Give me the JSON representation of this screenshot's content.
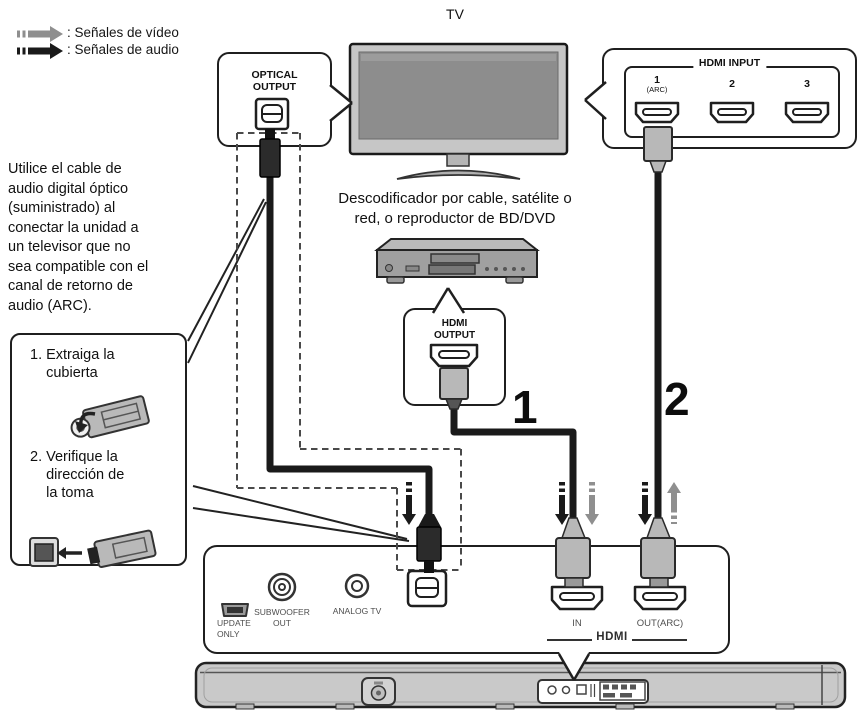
{
  "legend": {
    "video_label": ": Señales de vídeo",
    "audio_label": ": Señales de audio"
  },
  "tv": {
    "label": "TV"
  },
  "callouts": {
    "optical_output": {
      "label": "OPTICAL\nOUTPUT"
    },
    "hdmi_input": {
      "title": "HDMI INPUT",
      "port1_num": "1",
      "port1_sub": "(ARC)",
      "port2_num": "2",
      "port3_num": "3"
    },
    "hdmi_output": {
      "label": "HDMI\nOUTPUT"
    }
  },
  "note": {
    "text": "Utilice el cable de\naudio digital óptico\n(suministrado) al\nconectar la unidad a\nun televisor que no\nsea compatible con el\ncanal de retorno de\naudio (ARC)."
  },
  "steps": {
    "step1_num": "1.",
    "step1_text": "Extraiga la\ncubierta",
    "step2_num": "2.",
    "step2_text": "Verifique la\ndirección de\nla toma"
  },
  "source_device": {
    "caption": "Descodificador por cable, satélite o\nred, o reproductor de BD/DVD"
  },
  "connection_numbers": {
    "cable1": "1",
    "cable2": "2"
  },
  "rear_panel": {
    "update_only": "UPDATE\nONLY",
    "subwoofer_out": "SUBWOOFER\nOUT",
    "analog_tv": "ANALOG TV",
    "hdmi_in": "IN",
    "hdmi_out": "OUT(ARC)",
    "hdmi_logo": "HDMI"
  },
  "colors": {
    "video_signal": "#8f8f8f",
    "audio_signal": "#1a1a1a",
    "line": "#1f1f1f",
    "device_gray": "#c6c6c6"
  }
}
